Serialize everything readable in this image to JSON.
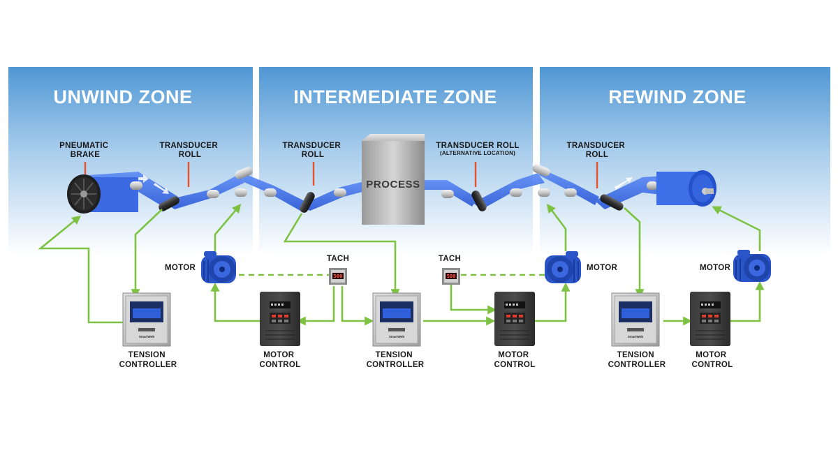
{
  "zones": [
    {
      "id": "unwind",
      "title": "UNWIND ZONE"
    },
    {
      "id": "intermediate",
      "title": "INTERMEDIATE ZONE"
    },
    {
      "id": "rewind",
      "title": "REWIND ZONE"
    }
  ],
  "labels": {
    "pneumatic_brake": [
      "PNEUMATIC",
      "BRAKE"
    ],
    "transducer_roll_1": [
      "TRANSDUCER",
      "ROLL"
    ],
    "transducer_roll_2": [
      "TRANSDUCER",
      "ROLL"
    ],
    "transducer_roll_alt": [
      "TRANSDUCER ROLL",
      "(ALTERNATIVE LOCATION)"
    ],
    "transducer_roll_3": [
      "TRANSDUCER",
      "ROLL"
    ],
    "process": "PROCESS",
    "motor": "MOTOR",
    "tach": "TACH",
    "tension_controller": [
      "TENSION",
      "CONTROLLER"
    ],
    "motor_control": [
      "MOTOR",
      "CONTROL"
    ]
  },
  "tach_readout": "500",
  "colors": {
    "web": "#3d6fe8",
    "wire": "#7dc242",
    "pointer": "#e8522a",
    "zone_bg_top": "#5b9fd6",
    "zone_bg_bottom": "#ffffff",
    "motor": "#2a55c8"
  },
  "icons": [
    "unwind-roll-icon",
    "idler-roller-icon",
    "transducer-roll-icon",
    "motor-icon",
    "tach-icon",
    "tension-controller-icon",
    "motor-control-drive-icon",
    "rewind-roll-icon",
    "process-box-icon"
  ]
}
